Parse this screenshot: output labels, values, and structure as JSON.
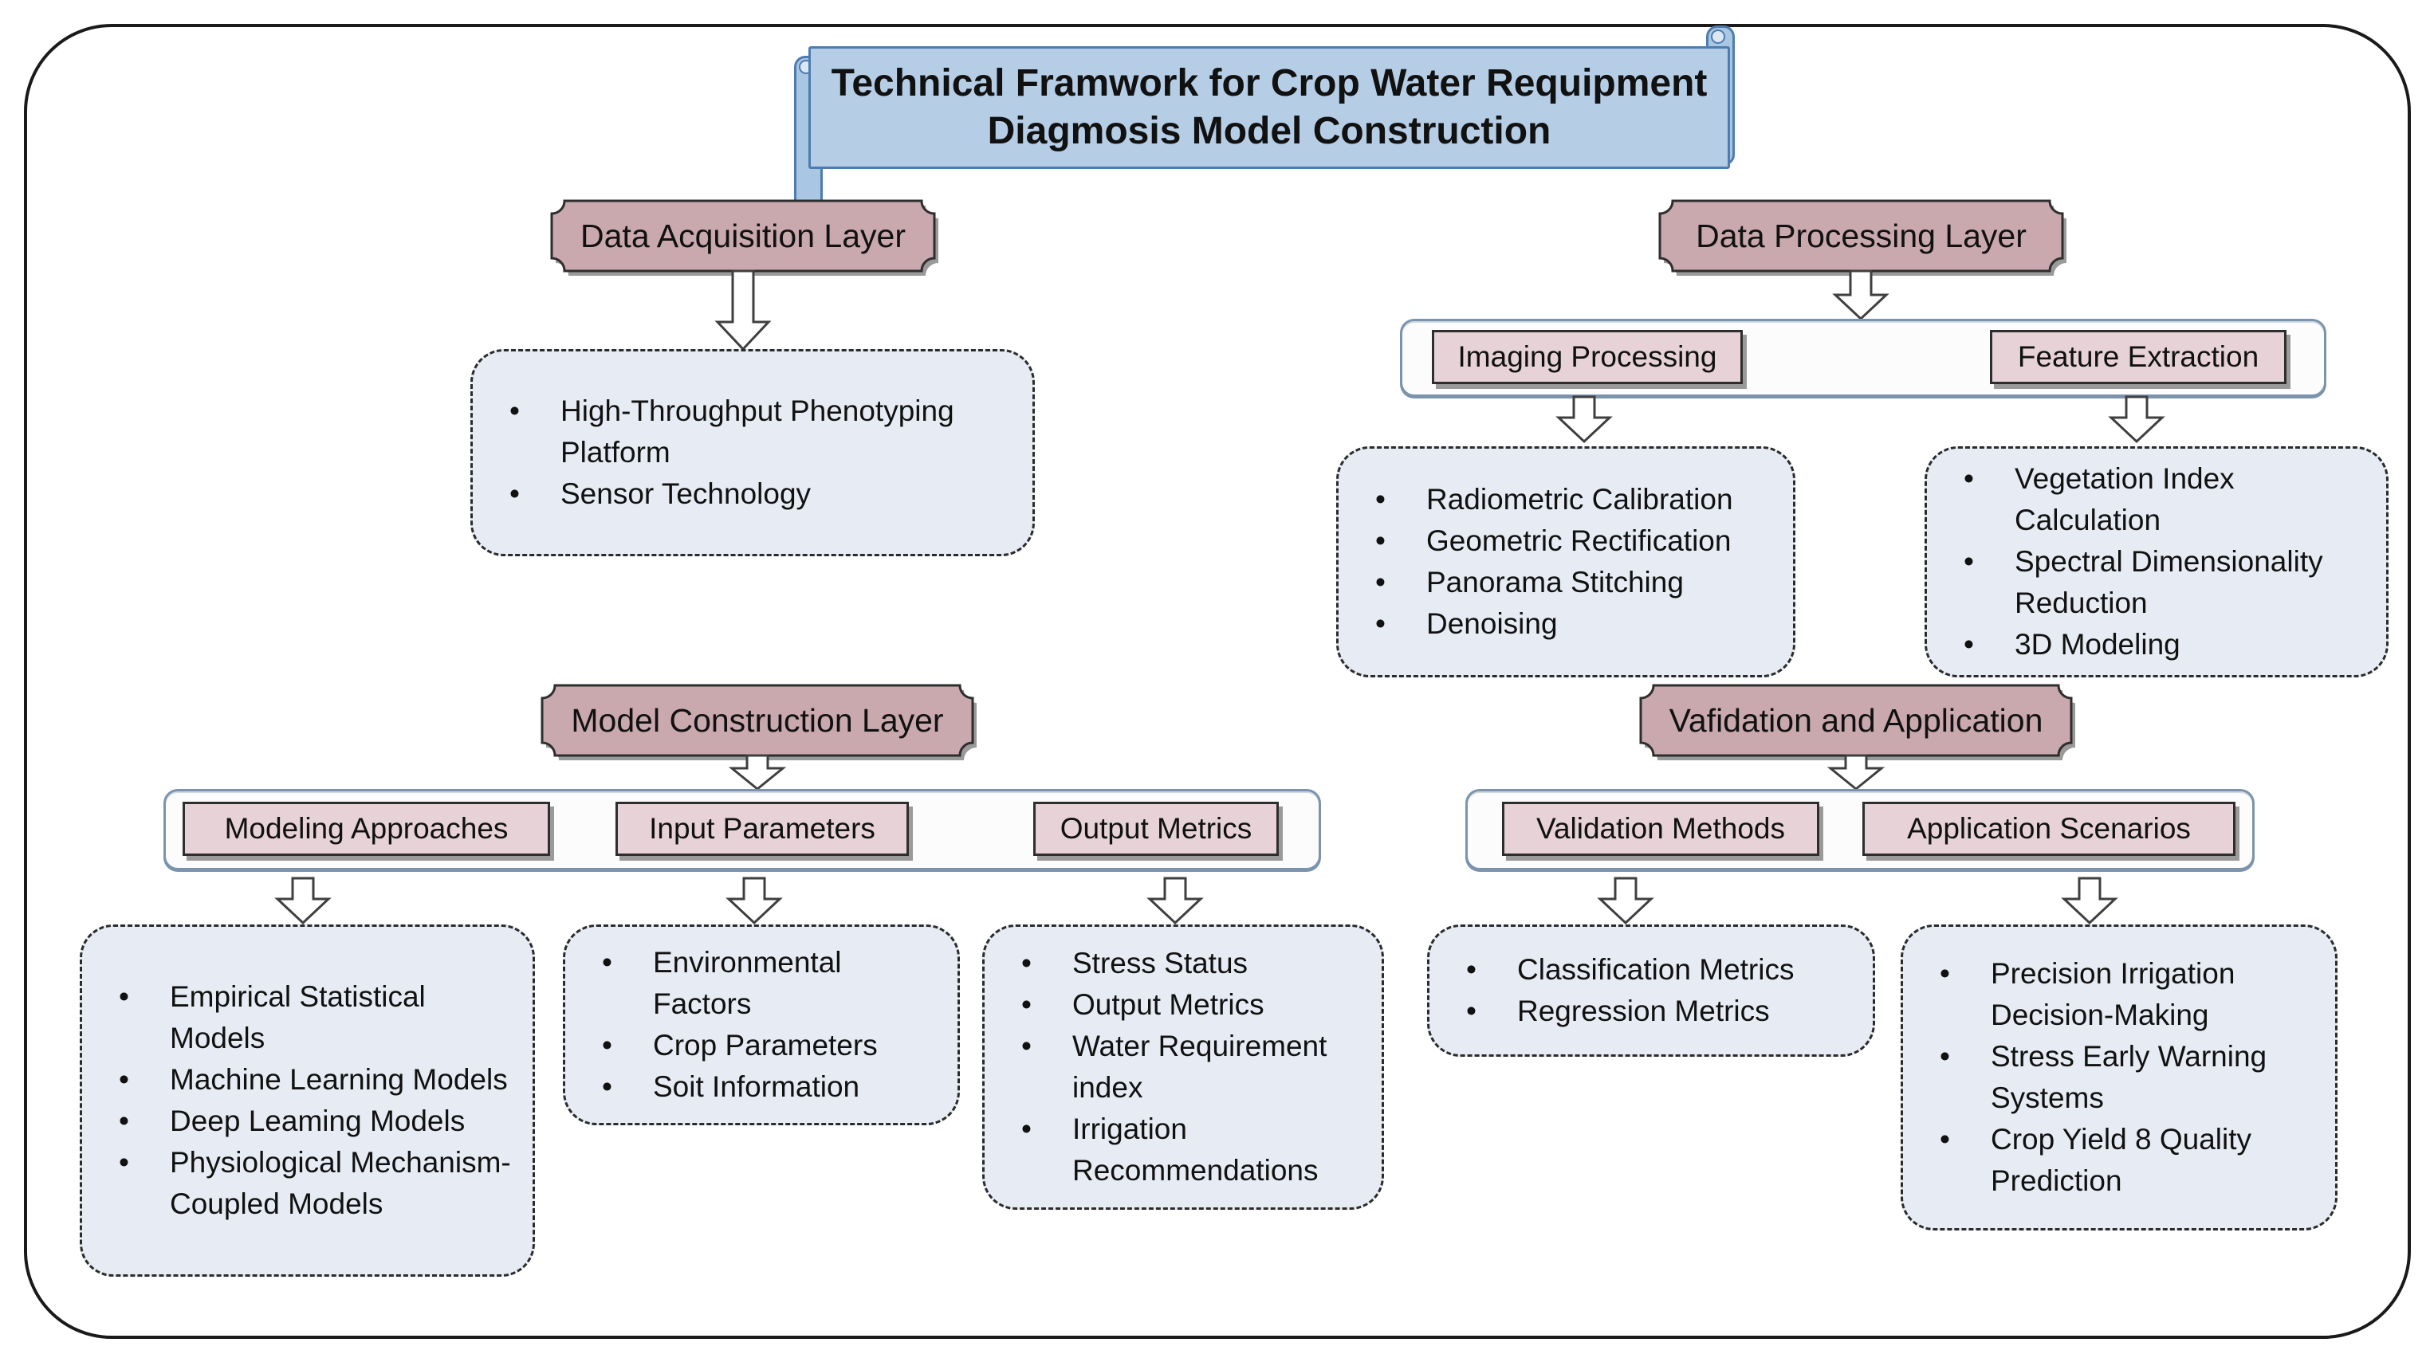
{
  "title": {
    "line1": "Technical Framwork for Crop Water Requipment",
    "line2": "Diagmosis Model Construction"
  },
  "sections": {
    "acquisition": {
      "header": "Data Acquisition Layer",
      "items": [
        "High-Throughput Phenotyping Platform",
        "Sensor Technology"
      ]
    },
    "processing": {
      "header": "Data Processing Layer",
      "imaging": {
        "header": "Imaging Processing",
        "items": [
          "Radiometric Calibration",
          "Geometric Rectification",
          "Panorama Stitching",
          "Denoising"
        ]
      },
      "feature": {
        "header": "Feature Extraction",
        "items": [
          "Vegetation Index Calculation",
          "Spectral Dimensionality Reduction",
          "3D Modeling"
        ]
      }
    },
    "model": {
      "header": "Model Construction Layer",
      "modeling": {
        "header": "Modeling Approaches",
        "items": [
          "Empirical Statistical Models",
          "Machine Learning Models",
          "Deep Leaming Models",
          "Physiological Mechanism-Coupled Models"
        ]
      },
      "input": {
        "header": "Input Parameters",
        "items": [
          "Environmental Factors",
          "Crop Parameters",
          "Soit Information"
        ]
      },
      "output": {
        "header": "Output Metrics",
        "items": [
          "Stress Status",
          "Output Metrics",
          "Water Requirement index",
          "Irrigation Recommendations"
        ]
      }
    },
    "validation": {
      "header": "Vafidation and Application",
      "methods": {
        "header": "Validation Methods",
        "items": [
          "Classification Metrics",
          "Regression Metrics"
        ]
      },
      "scenarios": {
        "header": "Application Scenarios",
        "items": [
          "Precision Irrigation Decision-Making",
          "Stress Early Warning Systems",
          "Crop Yield 8 Quality Prediction"
        ]
      }
    }
  },
  "colors": {
    "banner_fill": "#b5cde5",
    "banner_border": "#4d7cb0",
    "plaque_fill": "#c9a8ae",
    "subheader_fill": "#e6d2d7",
    "item_box_fill": "#e7ecf4",
    "container_border": "#7b93ac",
    "outline": "#1a1a1a"
  }
}
